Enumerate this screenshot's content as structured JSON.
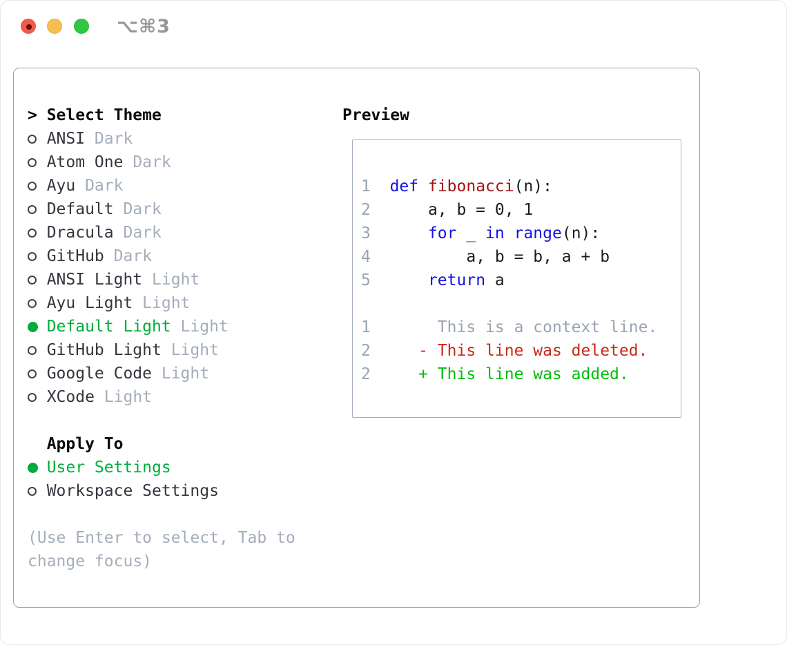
{
  "window": {
    "title": "⌥⌘3"
  },
  "colors": {
    "panel_border": "#99a1ad",
    "preview_border": "#a6aebb",
    "item_text": "#32363d",
    "muted_text": "#a4adbb",
    "selection_green": "#00ad3c",
    "keyword_blue": "#1313e2",
    "function_red": "#a31515",
    "deleted_red": "#c8291a",
    "added_green": "#00bd0a",
    "line_number_gray": "#9aa3b2",
    "traffic_red": "#f15b4e",
    "traffic_yellow": "#f6be4f",
    "traffic_green": "#30c841"
  },
  "theme_picker": {
    "prompt": ">",
    "title": "Select Theme",
    "items": [
      {
        "name": "ANSI",
        "variant": "Dark",
        "selected": false
      },
      {
        "name": "Atom One",
        "variant": "Dark",
        "selected": false
      },
      {
        "name": "Ayu",
        "variant": "Dark",
        "selected": false
      },
      {
        "name": "Default",
        "variant": "Dark",
        "selected": false
      },
      {
        "name": "Dracula",
        "variant": "Dark",
        "selected": false
      },
      {
        "name": "GitHub",
        "variant": "Dark",
        "selected": false
      },
      {
        "name": "ANSI Light",
        "variant": "Light",
        "selected": false
      },
      {
        "name": "Ayu Light",
        "variant": "Light",
        "selected": false
      },
      {
        "name": "Default Light",
        "variant": "Light",
        "selected": true
      },
      {
        "name": "GitHub Light",
        "variant": "Light",
        "selected": false
      },
      {
        "name": "Google Code",
        "variant": "Light",
        "selected": false
      },
      {
        "name": "XCode",
        "variant": "Light",
        "selected": false
      }
    ]
  },
  "apply_to": {
    "title": "Apply To",
    "options": [
      {
        "name": "User Settings",
        "selected": true
      },
      {
        "name": "Workspace Settings",
        "selected": false
      }
    ]
  },
  "help_text": "(Use Enter to select, Tab to change focus)",
  "preview": {
    "title": "Preview",
    "code_lines": [
      {
        "num": "1",
        "tokens": [
          {
            "t": "  ",
            "c": "pl"
          },
          {
            "t": "def",
            "c": "kw"
          },
          {
            "t": " ",
            "c": "pl"
          },
          {
            "t": "fibonacci",
            "c": "fn"
          },
          {
            "t": "(n):",
            "c": "pl"
          }
        ]
      },
      {
        "num": "2",
        "tokens": [
          {
            "t": "      a, b = 0, 1",
            "c": "pl"
          }
        ]
      },
      {
        "num": "3",
        "tokens": [
          {
            "t": "      ",
            "c": "pl"
          },
          {
            "t": "for",
            "c": "kw"
          },
          {
            "t": " _ ",
            "c": "pl"
          },
          {
            "t": "in",
            "c": "kw"
          },
          {
            "t": " ",
            "c": "pl"
          },
          {
            "t": "range",
            "c": "kw"
          },
          {
            "t": "(n):",
            "c": "pl"
          }
        ]
      },
      {
        "num": "4",
        "tokens": [
          {
            "t": "          a, b = b, a + b",
            "c": "pl"
          }
        ]
      },
      {
        "num": "5",
        "tokens": [
          {
            "t": "      ",
            "c": "pl"
          },
          {
            "t": "return",
            "c": "kw"
          },
          {
            "t": " a",
            "c": "pl"
          }
        ]
      }
    ],
    "diff_lines": [
      {
        "num": "1",
        "tokens": [
          {
            "t": "       This is a context line.",
            "c": "ctx"
          }
        ]
      },
      {
        "num": "2",
        "tokens": [
          {
            "t": "     ",
            "c": "pl"
          },
          {
            "t": "- This line was deleted.",
            "c": "del"
          }
        ]
      },
      {
        "num": "2",
        "tokens": [
          {
            "t": "     ",
            "c": "pl"
          },
          {
            "t": "+ This line was added.",
            "c": "add"
          }
        ]
      }
    ]
  }
}
